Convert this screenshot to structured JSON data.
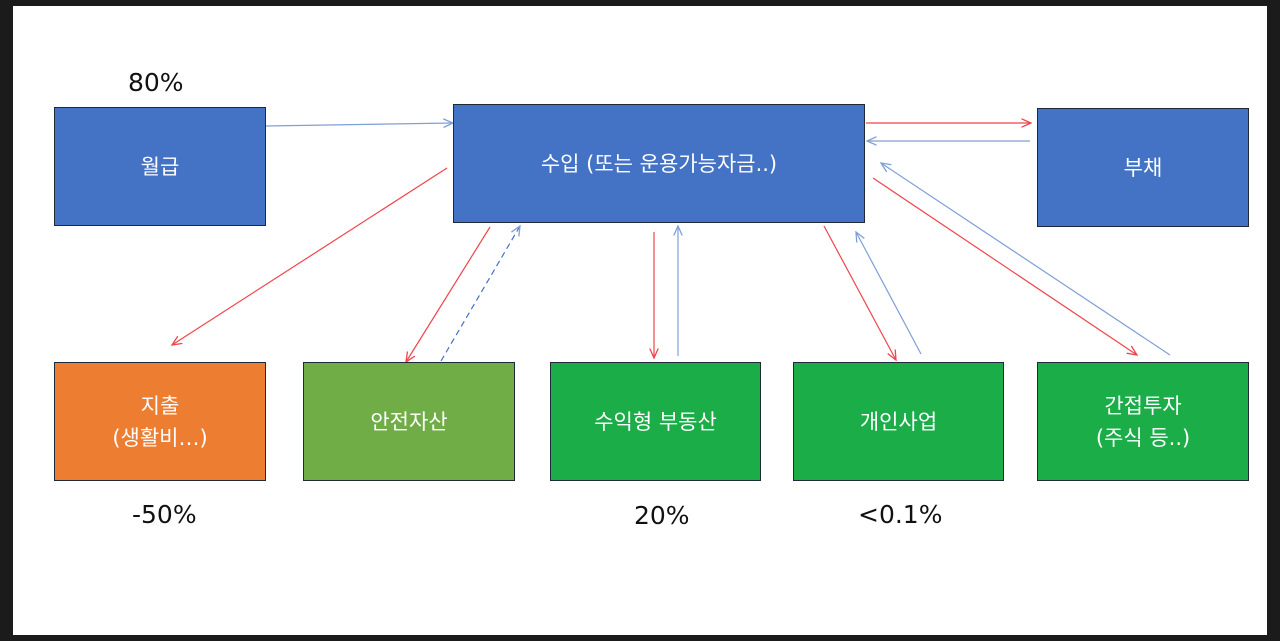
{
  "boxes": {
    "salary": "월급",
    "income": "수입 (또는 운용가능자금..)",
    "debt": "부채",
    "expense": "지출\n(생활비…)",
    "safe_assets": "안전자산",
    "income_real_estate": "수익형 부동산",
    "personal_business": "개인사업",
    "indirect_investment": "간접투자\n(주식 등..)"
  },
  "percentages": {
    "salary": "80%",
    "expense": "-50%",
    "income_real_estate": "20%",
    "personal_business": "<0.1%"
  },
  "colors": {
    "blue_box": "#4472c4",
    "orange_box": "#ed7d31",
    "olive_box": "#70ad47",
    "green_box": "#1aad48",
    "outflow_arrow": "#f0444c",
    "inflow_arrow": "#7f9fd6"
  }
}
